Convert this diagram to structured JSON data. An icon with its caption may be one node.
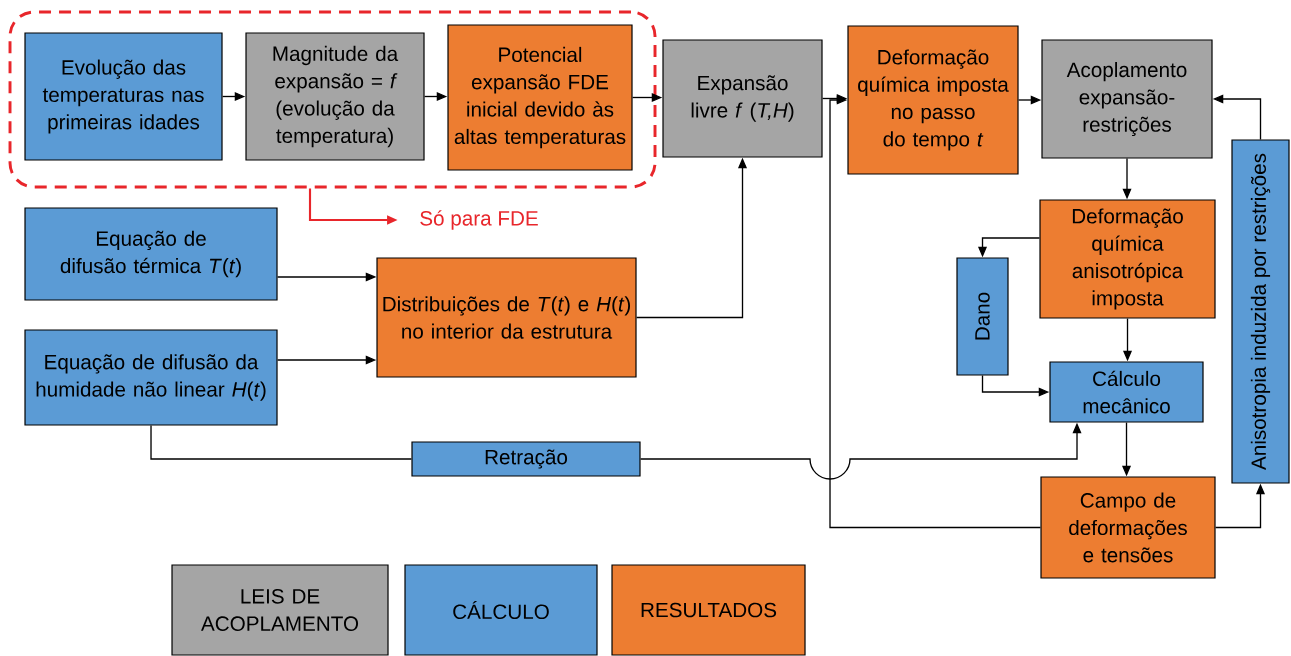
{
  "diagram": {
    "nodes": [
      {
        "text": [],
        "shape": "box"
      },
      {
        "text": [
          "Evolução das temperaturas nas primeiras idades"
        ],
        "in": 0
      },
      {
        "text": [
          "Magnitude da expansão = *f* (evolução da temperatura)"
        ],
        "in": 0
      },
      {
        "text": [
          "Potencial expansão FDE inicial devido às altas temperaturas"
        ],
        "in": 0
      },
      {
        "text": [
          "Expansão livre *f* (*T,H*)"
        ]
      },
      {
        "text": [
          "Deformação química imposta no passo do tempo *t*"
        ]
      },
      {
        "text": [
          "Acoplamento expansão-restrições"
        ]
      },
      {
        "text": [
          "Só para FDE"
        ]
      },
      {
        "text": [
          "Equação de difusão térmica *T*(*t*)"
        ]
      },
      {
        "text": [
          "Distribuições de *T*(*t*) e *H*(*t*) no interior da estrutura"
        ]
      },
      {
        "text": [
          "Equação de difusão da humidade não linear *H*(*t*)"
        ]
      },
      {
        "text": [
          "Deformação química anisotrópica imposta"
        ]
      },
      {
        "text": [
          "Dano"
        ]
      },
      {
        "text": [
          "Cálculo mecânico"
        ]
      },
      {
        "text": [
          "Anisotropia induzida por restrições"
        ]
      },
      {
        "text": [
          "Retração"
        ]
      },
      {
        "text": [
          "Campo de deformações e tensões"
        ]
      }
    ],
    "edges": [
      {
        "from": 1,
        "to": 2,
        "arrow": "to"
      },
      {
        "from": 2,
        "to": 3,
        "arrow": "to"
      },
      {
        "from": 3,
        "to": 4,
        "arrow": "to"
      },
      {
        "from": 4,
        "to": 5,
        "arrow": "to"
      },
      {
        "from": 5,
        "to": 6,
        "arrow": "to"
      },
      {
        "from": 6,
        "to": 11,
        "arrow": "to"
      },
      {
        "from": 11,
        "to": 12,
        "arrow": "to"
      },
      {
        "from": 11,
        "to": 13,
        "arrow": "to"
      },
      {
        "from": 12,
        "to": 13,
        "arrow": "to"
      },
      {
        "from": 13,
        "to": 16,
        "arrow": "to"
      },
      {
        "from": 16,
        "to": 14,
        "arrow": "to"
      },
      {
        "from": 14,
        "to": 6,
        "arrow": "to"
      },
      {
        "from": 16,
        "to": 5,
        "arrow": "to"
      },
      {
        "from": 8,
        "to": 9,
        "arrow": "to"
      },
      {
        "from": 10,
        "to": 9,
        "arrow": "to"
      },
      {
        "from": 9,
        "to": 4,
        "arrow": "to"
      },
      {
        "from": 10,
        "to": 15,
        "arrow": "none"
      },
      {
        "from": 15,
        "to": 13,
        "arrow": "to"
      },
      {
        "from": 0,
        "to": 7,
        "arrow": "to",
        "color": "#e8262b"
      }
    ],
    "legend": [
      {
        "text": "LEIS DE ACOPLAMENTO",
        "color": "#a5a5a5"
      },
      {
        "text": "CÁLCULO",
        "color": "#5b9bd5"
      },
      {
        "text": "RESULTADOS",
        "color": "#ed7d31"
      }
    ]
  }
}
